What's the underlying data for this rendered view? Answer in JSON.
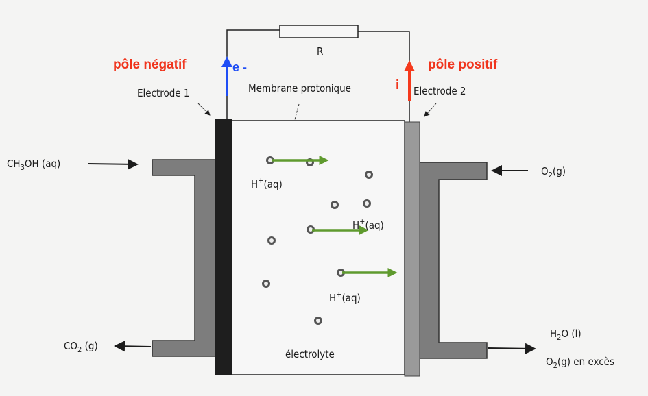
{
  "labels": {
    "resistor": "R",
    "negative_pole": "pôle négatif",
    "positive_pole": "pôle positif",
    "electron": "e -",
    "current": "i",
    "electrode1": "Electrode 1",
    "electrode2": "Electrode 2",
    "membrane": "Membrane protonique",
    "electrolyte": "électrolyte",
    "proton": "H",
    "proton_charge": "+",
    "proton_state": "(aq)",
    "methanol_in": {
      "a": "CH",
      "sub": "3",
      "b": "OH (aq)"
    },
    "co2_out": {
      "a": "CO",
      "sub": "2",
      "b": " (g)"
    },
    "o2_in": {
      "a": "O",
      "sub": "2",
      "b": "(g)"
    },
    "h2o_out": {
      "a": "H",
      "sub": "2",
      "b": "O (l)"
    },
    "o2_excess": {
      "a": "O",
      "sub": "2",
      "b": "(g) en excès"
    }
  },
  "colors": {
    "negative": "#f0341c",
    "electron_arrow": "#1f4ef5",
    "current_arrow": "#f5391c",
    "proton_arrow": "#5f9a2e",
    "electrode1": "#1e1e1e",
    "electrode2": "#9a9a9a",
    "channel": "#7d7d7d"
  }
}
